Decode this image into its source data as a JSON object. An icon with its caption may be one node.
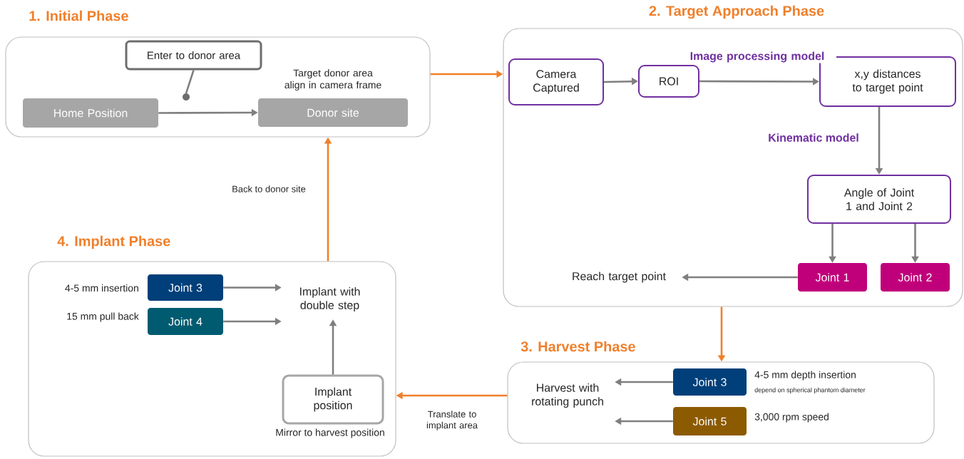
{
  "diagram": {
    "nodes": [
      {
        "text": [
          "1. Initial Phase"
        ]
      },
      {
        "text": [
          "Enter to donor area"
        ],
        "in": 0
      },
      {
        "text": [
          "Home Position"
        ],
        "in": 0
      },
      {
        "text": [
          "Donor site"
        ],
        "in": 0,
        "beside": [
          "Target donor area align in camera frame"
        ]
      },
      {
        "text": [
          "2. Target Approach Phase"
        ]
      },
      {
        "text": [
          "Camera Captured"
        ],
        "in": 4
      },
      {
        "text": [
          "ROI"
        ],
        "in": 4
      },
      {
        "text": [
          "x,y distances to target point"
        ],
        "in": 4
      },
      {
        "text": [
          "Angle of Joint 1 and Joint 2"
        ],
        "in": 4
      },
      {
        "text": [
          "Joint 1"
        ],
        "in": 4
      },
      {
        "text": [
          "Joint 2"
        ],
        "in": 4
      },
      {
        "text": [
          "Reach target point"
        ],
        "in": 4
      },
      {
        "text": [
          "3. Harvest Phase"
        ]
      },
      {
        "text": [
          "Harvest with rotating punch"
        ],
        "in": 12
      },
      {
        "text": [
          "Joint 3"
        ],
        "in": 12,
        "beside": [
          "4-5 mm depth insertion",
          "depend on spherical phantom diameter"
        ]
      },
      {
        "text": [
          "Joint 5"
        ],
        "in": 12,
        "beside": [
          "3,000 rpm speed"
        ]
      },
      {
        "text": [
          "4. Implant Phase"
        ]
      },
      {
        "text": [
          "Joint 3"
        ],
        "in": 16,
        "beside": [
          "4-5 mm insertion"
        ]
      },
      {
        "text": [
          "Joint 4"
        ],
        "in": 16,
        "beside": [
          "15 mm pull back"
        ]
      },
      {
        "text": [
          "Implant with double step"
        ],
        "in": 16
      },
      {
        "text": [
          "Implant position"
        ],
        "in": 16,
        "beside": [
          "Mirror to harvest position"
        ]
      },
      {
        "text": [],
        "shape": "circle",
        "in": 0
      }
    ],
    "edges": [
      {
        "from": 2,
        "to": 3,
        "arrow": "to"
      },
      {
        "from": 1,
        "to": 21,
        "arrow": "none"
      },
      {
        "from": 0,
        "to": 4,
        "arrow": "to",
        "color": "#f07f2a"
      },
      {
        "from": 5,
        "to": 6,
        "arrow": "to"
      },
      {
        "from": 6,
        "to": 7,
        "arrow": "to",
        "label": "Image processing model"
      },
      {
        "from": 7,
        "to": 8,
        "arrow": "to",
        "label": "Kinematic model"
      },
      {
        "from": 8,
        "to": 9,
        "arrow": "to"
      },
      {
        "from": 8,
        "to": 10,
        "arrow": "to"
      },
      {
        "from": 9,
        "to": 11,
        "arrow": "to"
      },
      {
        "from": 4,
        "to": 12,
        "arrow": "to",
        "color": "#f07f2a"
      },
      {
        "from": 14,
        "to": 13,
        "arrow": "to"
      },
      {
        "from": 15,
        "to": 13,
        "arrow": "to"
      },
      {
        "from": 12,
        "to": 16,
        "arrow": "to",
        "color": "#f07f2a",
        "label": "Translate to implant area"
      },
      {
        "from": 17,
        "to": 19,
        "arrow": "to"
      },
      {
        "from": 18,
        "to": 19,
        "arrow": "to"
      },
      {
        "from": 20,
        "to": 19,
        "arrow": "to"
      },
      {
        "from": 16,
        "to": 0,
        "arrow": "to",
        "color": "#f07f2a",
        "label": "Back to donor site"
      }
    ]
  }
}
